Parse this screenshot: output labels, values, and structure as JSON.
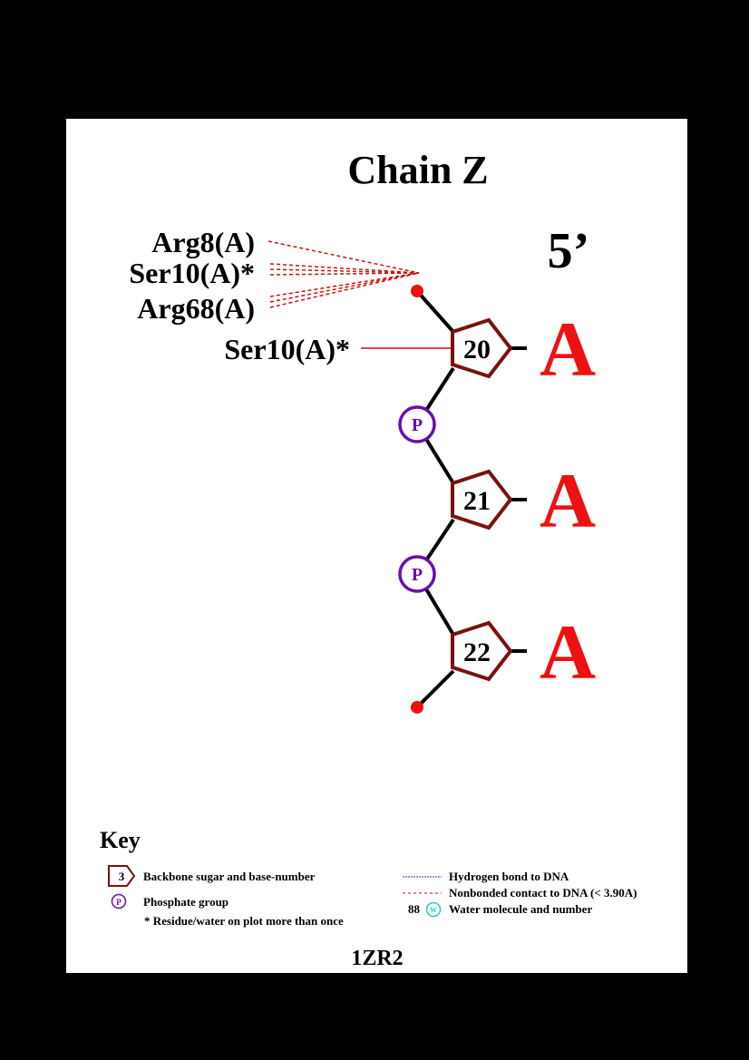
{
  "title": "Chain Z",
  "prime_label": "5’",
  "pdb_id": "1ZR2",
  "colors": {
    "background": "#000000",
    "panel": "#ffffff",
    "sugar": "#7b1010",
    "base": "#ee1111",
    "phosphate": "#6a0dad",
    "terminal_dot": "#ee1111",
    "nonbonded": "#cc1111",
    "hbond": "#2222cc",
    "water": "#22cccc"
  },
  "nucleotides": [
    {
      "number": "20",
      "base": "A"
    },
    {
      "number": "21",
      "base": "A"
    },
    {
      "number": "22",
      "base": "A"
    }
  ],
  "phosphate_label": "P",
  "contacts": {
    "nonbonded_labels": [
      "Arg8(A)",
      "Ser10(A)*",
      "Arg68(A)"
    ],
    "solid_label": "Ser10(A)*"
  },
  "key": {
    "heading": "Key",
    "sugar_sample_number": "3",
    "sugar_text": "Backbone sugar and base-number",
    "phosphate_text": "Phosphate group",
    "asterisk_text": "* Residue/water on plot more than once",
    "hbond_text": "Hydrogen bond to DNA",
    "nonbonded_text": "Nonbonded contact to DNA (< 3.90A)",
    "water_number": "88",
    "water_symbol": "W",
    "water_text": "Water molecule and number"
  }
}
